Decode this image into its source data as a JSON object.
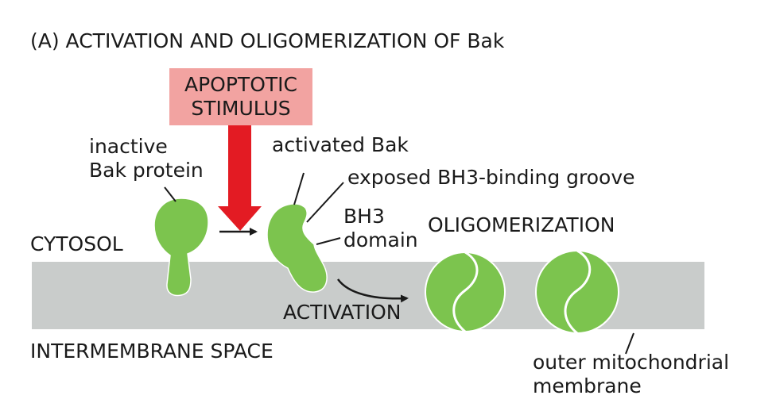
{
  "title": "(A)  ACTIVATION AND OLIGOMERIZATION OF Bak",
  "stimulus": {
    "line1": "APOPTOTIC",
    "line2": "STIMULUS"
  },
  "labels": {
    "inactive_line1": "inactive",
    "inactive_line2": "Bak protein",
    "activated": "activated Bak",
    "groove": "exposed BH3-binding groove",
    "bh3_line1": "BH3",
    "bh3_line2": "domain",
    "oligomerization": "OLIGOMERIZATION",
    "cytosol": "CYTOSOL",
    "activation": "ACTIVATION",
    "intermembrane": "INTERMEMBRANE SPACE",
    "outer_line1": "outer mitochondrial",
    "outer_line2": "membrane"
  },
  "colors": {
    "membrane": "#c9cccb",
    "protein": "#7cc44e",
    "stimulus_box": "#f2a3a1",
    "stimulus_arrow": "#e31b23",
    "outline": "#ffffff",
    "text": "#1a1a1a"
  }
}
